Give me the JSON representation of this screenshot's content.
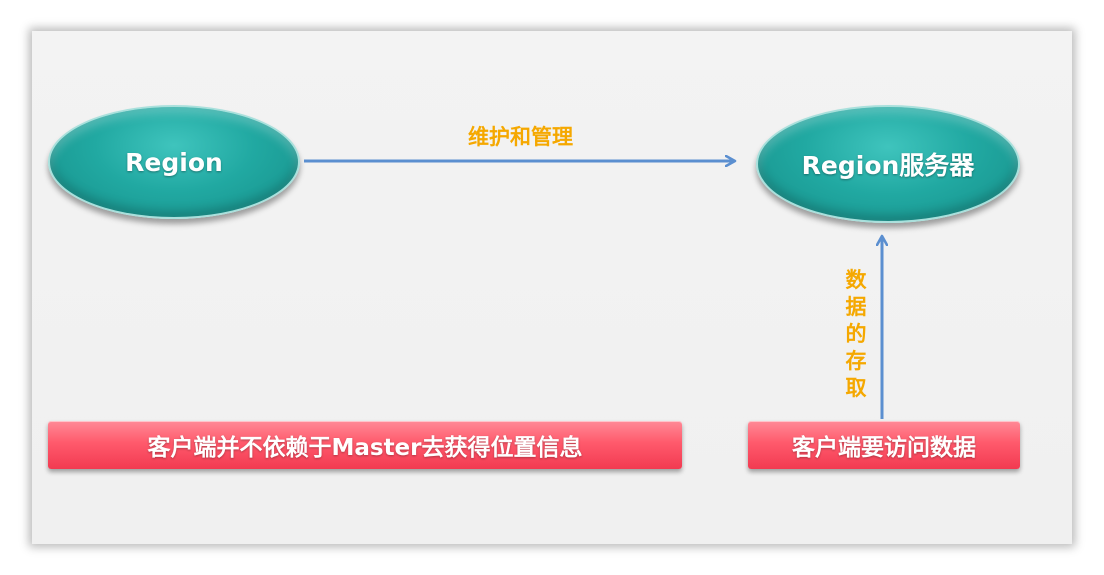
{
  "diagram": {
    "nodes": {
      "region": "Region",
      "region_server": "Region服务器"
    },
    "edges": {
      "maintain_label": "维护和管理",
      "access_label": "数据的存取"
    },
    "boxes": {
      "client_left": "客户端并不依赖于Master去获得位置信息",
      "client_right": "客户端要访问数据"
    },
    "colors": {
      "ellipse": "#21a9a2",
      "box": "#f23a51",
      "arrow": "#5b8fd0",
      "label": "#f5a800"
    }
  }
}
